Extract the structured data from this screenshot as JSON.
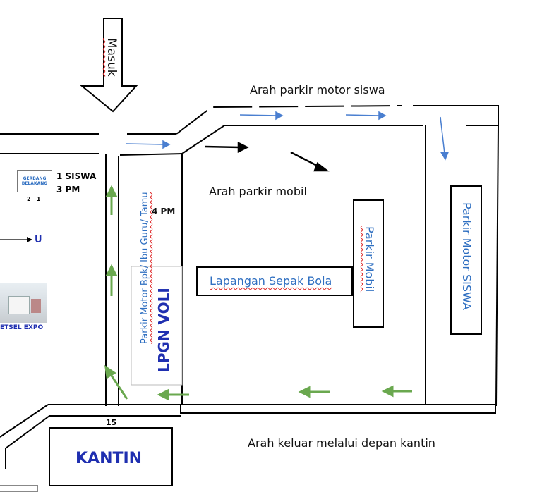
{
  "map": {
    "masuk": "Masuk",
    "arah_motor_siswa": "Arah parkir motor siswa",
    "arah_mobil": "Arah parkir mobil",
    "arah_keluar": "Arah keluar melalui depan kantin",
    "lapangan": "Lapangan Sepak Bola",
    "parkir_mobil": "Parkir Mobil",
    "parkir_motor_siswa": "Parkir Motor SISWA",
    "parkir_motor_guru": "Parkir Motor  Bpk/ Ibu Guru/ Tamu",
    "lpgn_voli": "LPGN VOLI",
    "kantin": "KANTIN",
    "gerbang_label": "GERBANG BELAKANG",
    "gerbang_numbers": "2   1",
    "siswa_label": "1 SISWA",
    "siswa_time": "3 PM",
    "pm_label": "4 PM",
    "u_label": "U",
    "expo_label": "ETSEL EXPO",
    "number_15": "15"
  },
  "colors": {
    "blue_text": "#2f6fc1",
    "dark_blue_text": "#1f2fb0",
    "green_arrow": "#6aa84f",
    "blue_arrow": "#4a7fd0",
    "black": "#000000"
  }
}
